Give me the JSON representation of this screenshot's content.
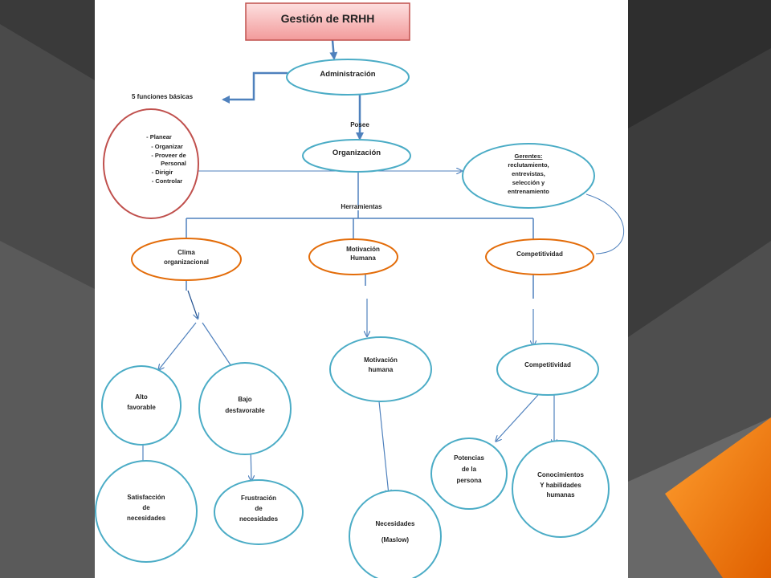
{
  "title": "Gestión de RRHH",
  "nodes": {
    "administracion": "Administración",
    "organizacion": "Organización",
    "gerentes": [
      "Gerentes:",
      "reclutamiento,",
      "entrevistas,",
      "selección y",
      "entrenamiento"
    ],
    "funciones_list": [
      "-     Planear",
      "-   Organizar",
      "-   Proveer de",
      "Personal",
      "-    Dirigir",
      "-   Controlar"
    ],
    "clima": [
      "Clima",
      "organizacional"
    ],
    "motivacion_top": [
      "Motivación",
      "Humana"
    ],
    "competitividad_top": "Competitividad",
    "alto": [
      "Alto",
      "favorable"
    ],
    "bajo": [
      "Bajo",
      "desfavorable"
    ],
    "motivacion_mid": [
      "Motivación",
      "humana"
    ],
    "competitividad_mid": "Competitividad",
    "satisfaccion": [
      "Satisfacción",
      "de",
      "necesidades"
    ],
    "frustracion": [
      "Frustración",
      "de",
      "necesidades"
    ],
    "necesidades": [
      "Necesidades",
      "(Maslow)"
    ],
    "potencias": [
      "Potencias",
      "de la",
      "persona"
    ],
    "conocimientos": [
      "Conocimientos",
      "Y habilidades",
      "humanas"
    ]
  },
  "labels": {
    "funciones": "5 funciones básicas",
    "posee": "Posee",
    "herramientas": "Herramientas"
  },
  "colors": {
    "background": "#2b2b2b",
    "page": "#ffffff",
    "blue": "#4bacc6",
    "orange": "#e36c09",
    "red": "#c0504d",
    "connector": "#4f81bd",
    "title_fill": "#f4a6a6",
    "title_border": "#c0504d",
    "accent": "#f07d00"
  }
}
